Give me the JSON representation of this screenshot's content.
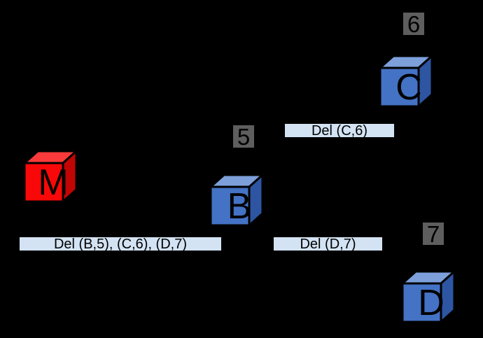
{
  "diagram": {
    "background_color": "#000000",
    "cubes": [
      {
        "label": "M",
        "colors": {
          "front": "#F80808",
          "top": "#FB3B3B",
          "side": "#C10505"
        }
      },
      {
        "label": "B",
        "colors": {
          "front": "#4472C4",
          "top": "#7DA0DB",
          "side": "#2D55A2"
        }
      },
      {
        "label": "C",
        "colors": {
          "front": "#4472C4",
          "top": "#7DA0DB",
          "side": "#2D55A2"
        }
      },
      {
        "label": "D",
        "colors": {
          "front": "#4472C4",
          "top": "#7DA0DB",
          "side": "#2D55A2"
        }
      }
    ],
    "number_tags": [
      {
        "label": "5"
      },
      {
        "label": "6"
      },
      {
        "label": "7"
      }
    ],
    "tag_style": {
      "background": "#5E5E5E",
      "text_color": "#000000"
    },
    "message_labels": [
      {
        "text": "Del (B,5), (C,6), (D,7)"
      },
      {
        "text": "Del (D,7)"
      },
      {
        "text": "Del (C,6)"
      }
    ],
    "label_style": {
      "background": "#D3E3F3",
      "border_color": "#000000",
      "text_color": "#000000"
    }
  }
}
